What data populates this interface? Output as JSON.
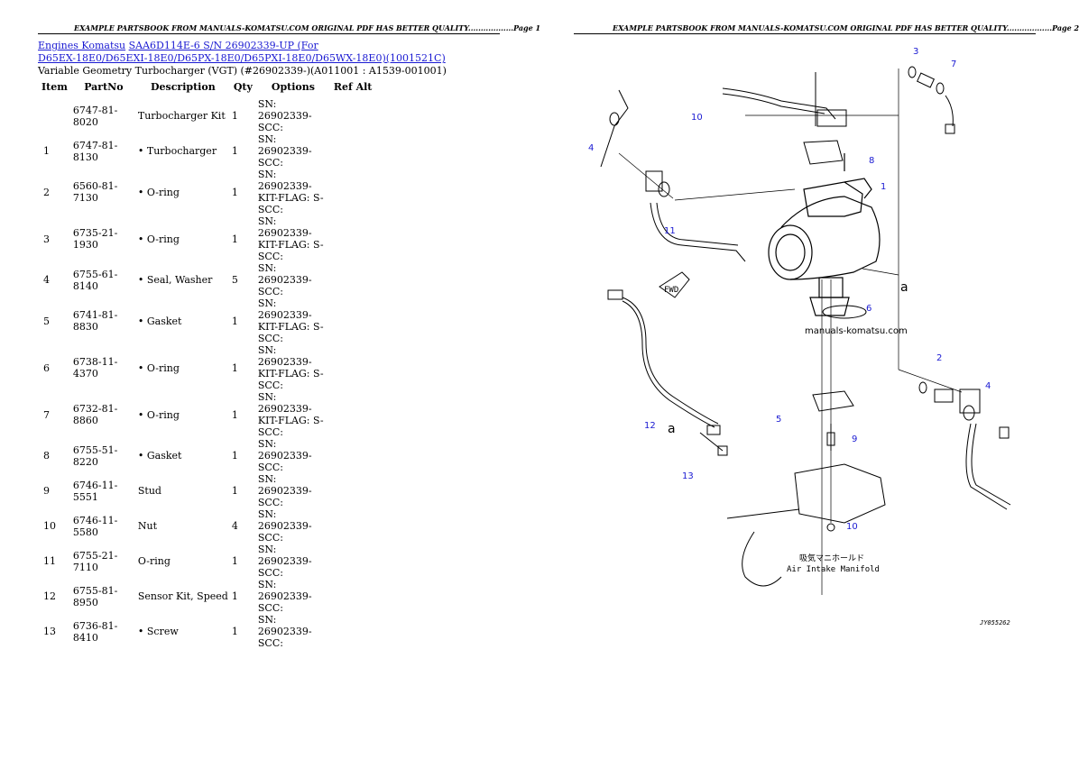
{
  "left_page": {
    "header": "EXAMPLE PARTSBOOK FROM MANUALS-KOMATSU.COM ORIGINAL PDF HAS BETTER QUALITY..................Page 1",
    "breadcrumb": {
      "link1": "Engines Komatsu",
      "link2_line1": "SAA6D114E-6 S/N 26902339-UP (For",
      "link2_line2": "D65EX-18E0/D65EXI-18E0/D65PX-18E0/D65PXI-18E0/D65WX-18E0)(1001521C)"
    },
    "section_title": "Variable Geometry Turbocharger (VGT) (#26902339-)(A011001 : A1539-001001)",
    "table": {
      "headers": [
        "Item",
        "PartNo",
        "Description",
        "Qty",
        "Options",
        "Ref Alt"
      ],
      "rows": [
        {
          "item": "",
          "partno": "6747-81-8020",
          "desc": "Turbocharger Kit",
          "qty": "1",
          "opt1": "SN: 26902339-",
          "opt2": "SCC:",
          "opt3": ""
        },
        {
          "item": "1",
          "partno": "6747-81-8130",
          "desc": "• Turbocharger",
          "qty": "1",
          "opt1": "SN: 26902339-",
          "opt2": "SCC:",
          "opt3": ""
        },
        {
          "item": "2",
          "partno": "6560-81-7130",
          "desc": "• O-ring",
          "qty": "1",
          "opt1": "SN: 26902339-",
          "opt2": "KIT-FLAG: S-",
          "opt3": "SCC:"
        },
        {
          "item": "3",
          "partno": "6735-21-1930",
          "desc": "• O-ring",
          "qty": "1",
          "opt1": "SN: 26902339-",
          "opt2": "KIT-FLAG: S-",
          "opt3": "SCC:"
        },
        {
          "item": "4",
          "partno": "6755-61-8140",
          "desc": "• Seal, Washer",
          "qty": "5",
          "opt1": "SN: 26902339-",
          "opt2": "SCC:",
          "opt3": ""
        },
        {
          "item": "5",
          "partno": "6741-81-8830",
          "desc": "• Gasket",
          "qty": "1",
          "opt1": "SN: 26902339-",
          "opt2": "KIT-FLAG: S-",
          "opt3": "SCC:"
        },
        {
          "item": "6",
          "partno": "6738-11-4370",
          "desc": "• O-ring",
          "qty": "1",
          "opt1": "SN: 26902339-",
          "opt2": "KIT-FLAG: S-",
          "opt3": "SCC:"
        },
        {
          "item": "7",
          "partno": "6732-81-8860",
          "desc": "• O-ring",
          "qty": "1",
          "opt1": "SN: 26902339-",
          "opt2": "KIT-FLAG: S-",
          "opt3": "SCC:"
        },
        {
          "item": "8",
          "partno": "6755-51-8220",
          "desc": "• Gasket",
          "qty": "1",
          "opt1": "SN: 26902339-",
          "opt2": "SCC:",
          "opt3": ""
        },
        {
          "item": "9",
          "partno": "6746-11-5551",
          "desc": "Stud",
          "qty": "1",
          "opt1": "SN: 26902339-",
          "opt2": "SCC:",
          "opt3": ""
        },
        {
          "item": "10",
          "partno": "6746-11-5580",
          "desc": "Nut",
          "qty": "4",
          "opt1": "SN: 26902339-",
          "opt2": "SCC:",
          "opt3": ""
        },
        {
          "item": "11",
          "partno": "6755-21-7110",
          "desc": "O-ring",
          "qty": "1",
          "opt1": "SN: 26902339-",
          "opt2": "SCC:",
          "opt3": ""
        },
        {
          "item": "12",
          "partno": "6755-81-8950",
          "desc": "Sensor Kit, Speed",
          "qty": "1",
          "opt1": "SN: 26902339-",
          "opt2": "SCC:",
          "opt3": ""
        },
        {
          "item": "13",
          "partno": "6736-81-8410",
          "desc": "• Screw",
          "qty": "1",
          "opt1": "SN: 26902339-",
          "opt2": "SCC:",
          "opt3": ""
        }
      ]
    }
  },
  "right_page": {
    "header": "EXAMPLE PARTSBOOK FROM MANUALS-KOMATSU.COM ORIGINAL PDF HAS BETTER QUALITY..................Page 2",
    "diagram": {
      "callouts": [
        "3",
        "7",
        "10",
        "8",
        "1",
        "4",
        "11",
        "a",
        "6",
        "2",
        "4",
        "5",
        "9",
        "12",
        "a",
        "13",
        "10"
      ],
      "watermark": "manuals-komatsu.com",
      "fwd_label": "FWD",
      "caption_jp": "吸気マニホールド",
      "caption_en": "Air Intake Manifold",
      "figure_code": "JY055262"
    }
  }
}
